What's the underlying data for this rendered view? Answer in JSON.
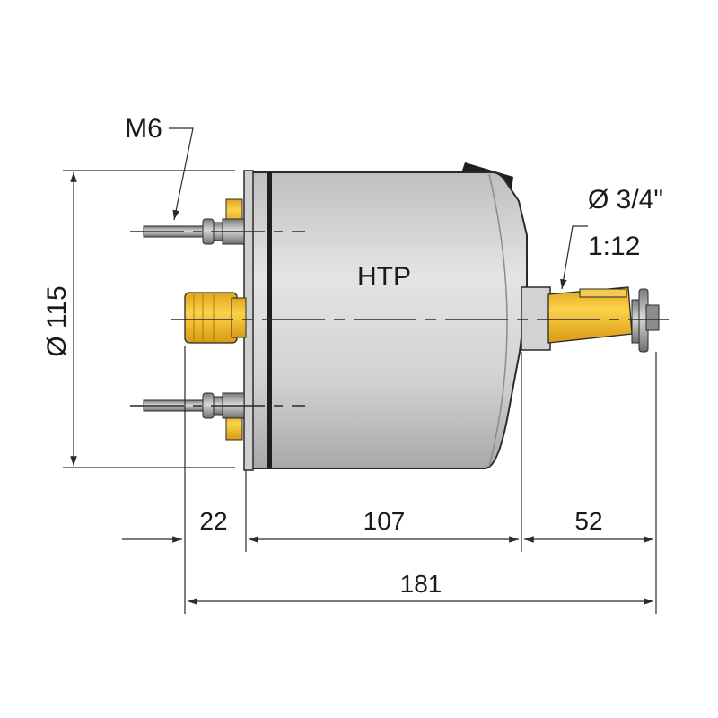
{
  "drawing": {
    "body_label": "HTP",
    "bolt_label": "M6",
    "diameter_label": "Ø 115",
    "shaft_label_line1": "Ø 3/4\"",
    "shaft_label_line2": "1:12",
    "dims": {
      "left_projection": "22",
      "body_length": "107",
      "shaft_length": "52",
      "overall_length": "181"
    }
  },
  "colors": {
    "body_fill": "#dcdcdc",
    "fitting_yellow": "#f4c12c",
    "line": "#2a2a2a",
    "bolt_grey": "#9a9a9a"
  }
}
